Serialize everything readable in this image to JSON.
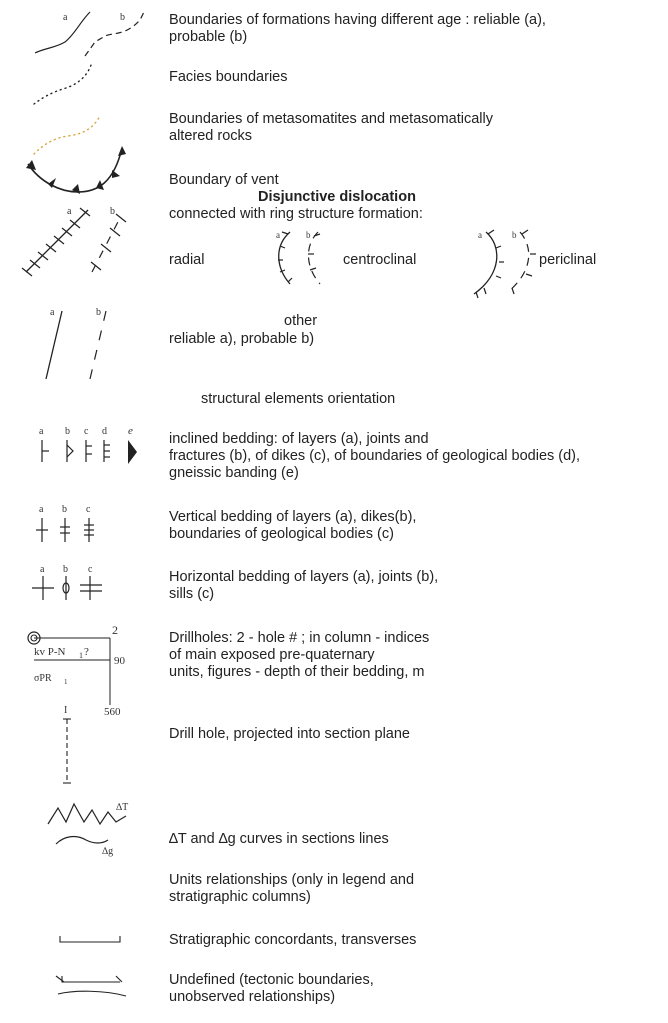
{
  "legend": {
    "formation_boundaries": "Boundaries of formations having different age : reliable (a),\nprobable (b)",
    "facies_boundaries": "Facies boundaries",
    "metasomatite_boundaries": "Boundaries of metasomatites and metasomatically\naltered rocks",
    "vent_boundary": "Boundary of vent",
    "disjunctive_title": "Disjunctive dislocation",
    "ring_structure": "connected with ring structure formation:",
    "radial": "radial",
    "centroclinal": "centroclinal",
    "periclinal": "periclinal",
    "other": "other",
    "reliable_probable": "reliable a), probable b)",
    "orientation_title": "structural elements orientation",
    "inclined_bedding": "inclined bedding: of layers (a), joints and\nfractures (b), of dikes (c), of boundaries of geological bodies  (d),\ngneissic banding (e)",
    "vertical_bedding": "Vertical bedding of layers (a), dikes(b),\nboundaries of geological bodies (c)",
    "horizontal_bedding": "Horizontal bedding of layers (a), joints (b),\nsills (c)",
    "drillholes": "Drillholes: 2 - hole # ; in column - indices\nof main exposed pre-quaternary\nunits, figures - depth of their bedding, m",
    "drill_projected": "Drill hole, projected into section plane",
    "curves": "∆T and  ∆g  curves in sections lines",
    "units_relationships": "Units relationships (only in legend and\nstratigraphic columns)",
    "concordant": "Stratigraphic concordants, transverses",
    "undefined": "Undefined (tectonic boundaries,\nunobserved relationships)"
  },
  "symbol_labels": {
    "a": "a",
    "b": "b",
    "c": "c",
    "d": "d",
    "e": "e",
    "hole_number": "2",
    "unit_1": "kv P-N",
    "unit_1_sub": "1",
    "unit_1_q": "?",
    "depth_1": "90",
    "unit_2": "σPR",
    "unit_2_sub": "1",
    "depth_2": "560",
    "proj_label": "I",
    "delta_t": "∆T",
    "delta_g": "∆g"
  },
  "colors": {
    "text": "#222222",
    "line": "#222222",
    "metasomatite_dots": "#d9a441"
  }
}
